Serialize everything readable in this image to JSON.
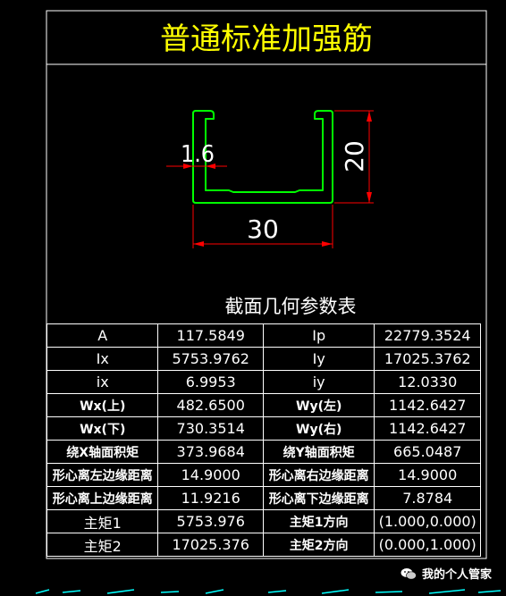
{
  "title": "普通标准加强筋",
  "dimensions": {
    "thickness": "1.6",
    "height": "20",
    "width": "30"
  },
  "table": {
    "heading": "截面几何参数表",
    "rows": [
      [
        "A",
        "117.5849",
        "Ip",
        "22779.3524"
      ],
      [
        "Ix",
        "5753.9762",
        "Iy",
        "17025.3762"
      ],
      [
        "ix",
        "6.9953",
        "iy",
        "12.0330"
      ],
      [
        "Wx(上)",
        "482.6500",
        "Wy(左)",
        "1142.6427"
      ],
      [
        "Wx(下)",
        "730.3514",
        "Wy(右)",
        "1142.6427"
      ],
      [
        "绕X轴面积矩",
        "373.9684",
        "绕Y轴面积矩",
        "665.0487"
      ],
      [
        "形心离左边缘距离",
        "14.9000",
        "形心离右边缘距离",
        "14.9000"
      ],
      [
        "形心离上边缘距离",
        "11.9216",
        "形心离下边缘距离",
        "7.8784"
      ],
      [
        "主矩1",
        "5753.976",
        "主矩1方向",
        "(1.000,0.000)"
      ],
      [
        "主矩2",
        "17025.376",
        "主矩2方向",
        "(0.000,1.000)"
      ]
    ]
  },
  "watermark": {
    "text": "我的个人管家",
    "icon": "wechat-icon"
  },
  "colors": {
    "background": "#000000",
    "frame": "#ffffff",
    "title": "#ffff00",
    "profile": "#00ff00",
    "dimension_line": "#ff0000",
    "dimension_text": "#ffffff",
    "bottom_strip": "#00ffff"
  }
}
